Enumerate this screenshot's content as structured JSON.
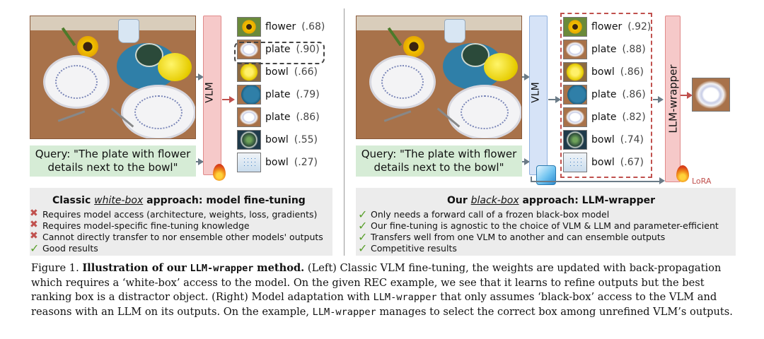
{
  "left": {
    "query": "Query: \"The plate with flower details next to the bowl\"",
    "model_label": "VLM",
    "outputs": [
      {
        "label": "flower",
        "score": "(.68)",
        "thumb": "flower"
      },
      {
        "label": "plate",
        "score": "(.90)",
        "thumb": "plate"
      },
      {
        "label": "bowl",
        "score": "(.66)",
        "thumb": "yellow-bowl"
      },
      {
        "label": "plate",
        "score": "(.79)",
        "thumb": "blue-mat"
      },
      {
        "label": "plate",
        "score": "(.86)",
        "thumb": "plate"
      },
      {
        "label": "bowl",
        "score": "(.55)",
        "thumb": "green-bowl"
      },
      {
        "label": "bowl",
        "score": "(.27)",
        "thumb": "cup"
      }
    ],
    "panel_title_pre": "Classic ",
    "panel_title_em": "white-box",
    "panel_title_post": " approach: model fine-tuning",
    "points": [
      {
        "mark": "cross",
        "text": "Requires model access (architecture, weights, loss, gradients)"
      },
      {
        "mark": "cross",
        "text": "Requires model-specific fine-tuning knowledge"
      },
      {
        "mark": "cross",
        "text": "Cannot directly transfer to nor ensemble other models' outputs"
      },
      {
        "mark": "check",
        "text": "Good results"
      }
    ]
  },
  "right": {
    "query": "Query: \"The plate with flower details next to the bowl\"",
    "model_label": "VLM",
    "wrapper_label": "LLM-wrapper",
    "lora_label": "LoRA",
    "outputs": [
      {
        "label": "flower",
        "score": "(.92)",
        "thumb": "flower"
      },
      {
        "label": "plate",
        "score": "(.88)",
        "thumb": "plate"
      },
      {
        "label": "bowl",
        "score": "(.86)",
        "thumb": "yellow-bowl"
      },
      {
        "label": "plate",
        "score": "(.86)",
        "thumb": "blue-mat"
      },
      {
        "label": "plate",
        "score": "(.82)",
        "thumb": "plate"
      },
      {
        "label": "bowl",
        "score": "(.74)",
        "thumb": "green-bowl"
      },
      {
        "label": "bowl",
        "score": "(.67)",
        "thumb": "cup"
      }
    ],
    "panel_title_pre": "Our ",
    "panel_title_em": "black-box",
    "panel_title_post": " approach: LLM-wrapper",
    "points": [
      {
        "mark": "check",
        "text": "Only needs a forward call of a frozen black-box model"
      },
      {
        "mark": "check",
        "text": "Our fine-tuning is agnostic to the choice of VLM & LLM and parameter-efficient"
      },
      {
        "mark": "check",
        "text": "Transfers well from one VLM to another and can ensemble outputs"
      },
      {
        "mark": "check",
        "text": "Competitive results"
      }
    ]
  },
  "caption": {
    "fig": "Figure 1.",
    "bold_a": "Illustration of our",
    "method": "LLM-wrapper",
    "bold_b": "method.",
    "s1": "(Left) Classic VLM fine-tuning, the weights are updated with back-propagation which requires a ‘white-box’ access to the model. On the given REC example, we see that it learns to refine outputs but the best ranking box is a distractor object. (Right) Model adaptation with",
    "s2": "that only assumes ‘black-box’ access to the VLM and reasons with an LLM on its outputs. On the example,",
    "s3": "manages to select the correct box among unrefined VLM’s outputs."
  },
  "colors": {
    "finetune_red": "#c0504d",
    "query_green": "#d6ecd6",
    "vlm_blue": "#d6e3f7",
    "check_green": "#5aa02c"
  }
}
